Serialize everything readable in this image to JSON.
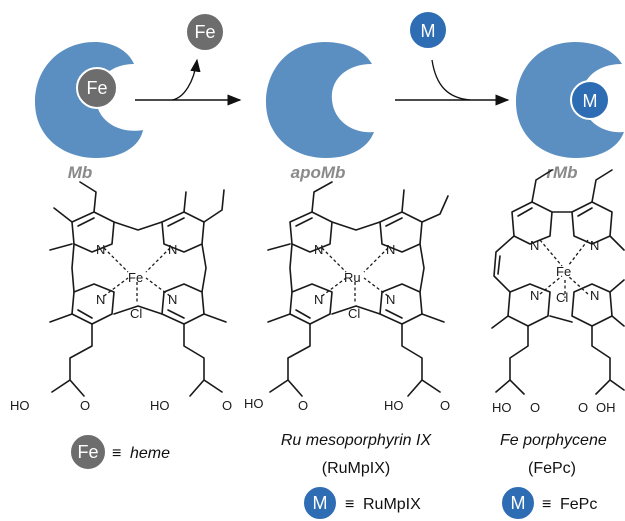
{
  "colors": {
    "protein": "#5b8fc1",
    "protein_dark": "#3f73a7",
    "fe_metal": "#6d6d6d",
    "m_metal": "#2e6db4",
    "label_gray": "#8a8a8a"
  },
  "top_row": {
    "stages": [
      {
        "label": "Mb",
        "metal": "Fe"
      },
      {
        "label": "apoMb"
      },
      {
        "label": "rMb",
        "metal": "M"
      }
    ],
    "arrow1_metal": "Fe",
    "arrow2_metal": "M"
  },
  "structures": [
    {
      "name": "heme",
      "metal": "Fe",
      "axial": "Cl",
      "acid_left": "HO",
      "acid_right": "HO",
      "caption_metal": "Fe",
      "caption_equiv": "≡",
      "caption_text": "heme"
    },
    {
      "name": "Ru mesoporphyrin IX",
      "abbr": "(RuMpIX)",
      "metal": "Ru",
      "axial": "Cl",
      "acid_left": "HO",
      "acid_right": "HO",
      "caption_metal": "M",
      "caption_equiv": "≡",
      "caption_text": "RuMpIX"
    },
    {
      "name": "Fe porphycene",
      "abbr": "(FePc)",
      "metal": "Fe",
      "axial": "Cl",
      "acid_left": "HO",
      "acid_right": "OH",
      "caption_metal": "M",
      "caption_equiv": "≡",
      "caption_text": "FePc"
    }
  ],
  "atoms": {
    "nitrogen": "N",
    "oxygen": "O"
  }
}
